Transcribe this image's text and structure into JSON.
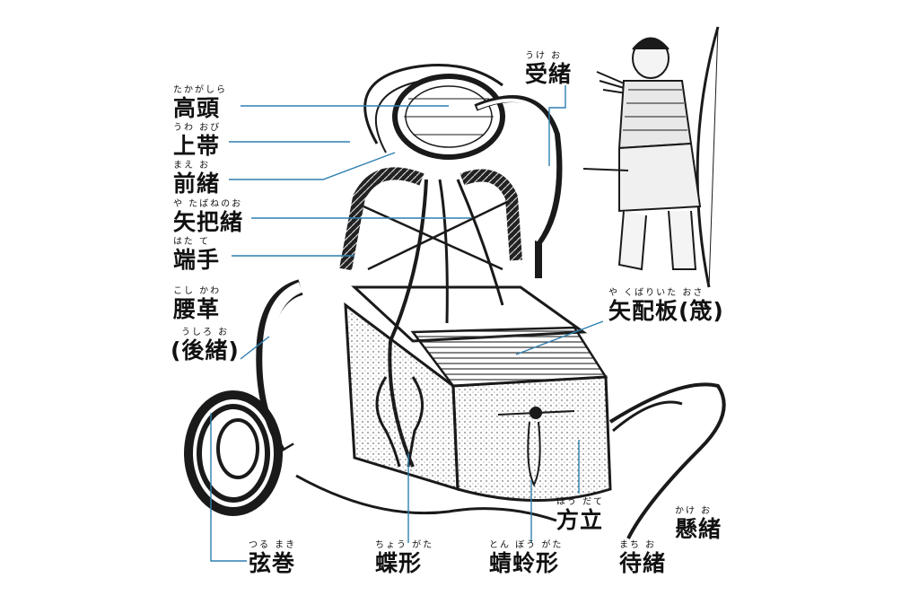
{
  "colors": {
    "leader": "#2f7fb0",
    "ink": "#1a1a1a",
    "tan": "#c9a34a"
  },
  "labels": {
    "takagashira": {
      "ruby": "たかがしら",
      "text": "高頭"
    },
    "uwaobi": {
      "ruby": "うわ おび",
      "text": "上帯"
    },
    "maeo": {
      "ruby": "まえ お",
      "text": "前緒"
    },
    "yatabaneno": {
      "ruby": "や たばねのお",
      "text": "矢把緒"
    },
    "hatate": {
      "ruby": "はた て",
      "text": "端手"
    },
    "koshikawa": {
      "ruby": "こし かわ",
      "text": "腰革"
    },
    "ushiroo": {
      "ruby": "うしろ お",
      "text": "(後緒)"
    },
    "ukeo": {
      "ruby": "うけ お",
      "text": "受緒"
    },
    "yakubariita": {
      "ruby": "や くばりいた おさ",
      "text": "矢配板(筬)"
    },
    "houdate": {
      "ruby": "ほう だて",
      "text": "方立"
    },
    "kakeo": {
      "ruby": "かけ お",
      "text": "懸緒"
    },
    "tsurumaki": {
      "ruby": "つる まき",
      "text": "弦巻"
    },
    "chougata": {
      "ruby": "ちょう がた",
      "text": "蝶形"
    },
    "tonbogata": {
      "ruby": "とん ぼう がた",
      "text": "蜻蛉形"
    },
    "machio": {
      "ruby": "まち お",
      "text": "待緒"
    }
  },
  "icons": [
    "quiver-illustration",
    "archer-figure"
  ]
}
